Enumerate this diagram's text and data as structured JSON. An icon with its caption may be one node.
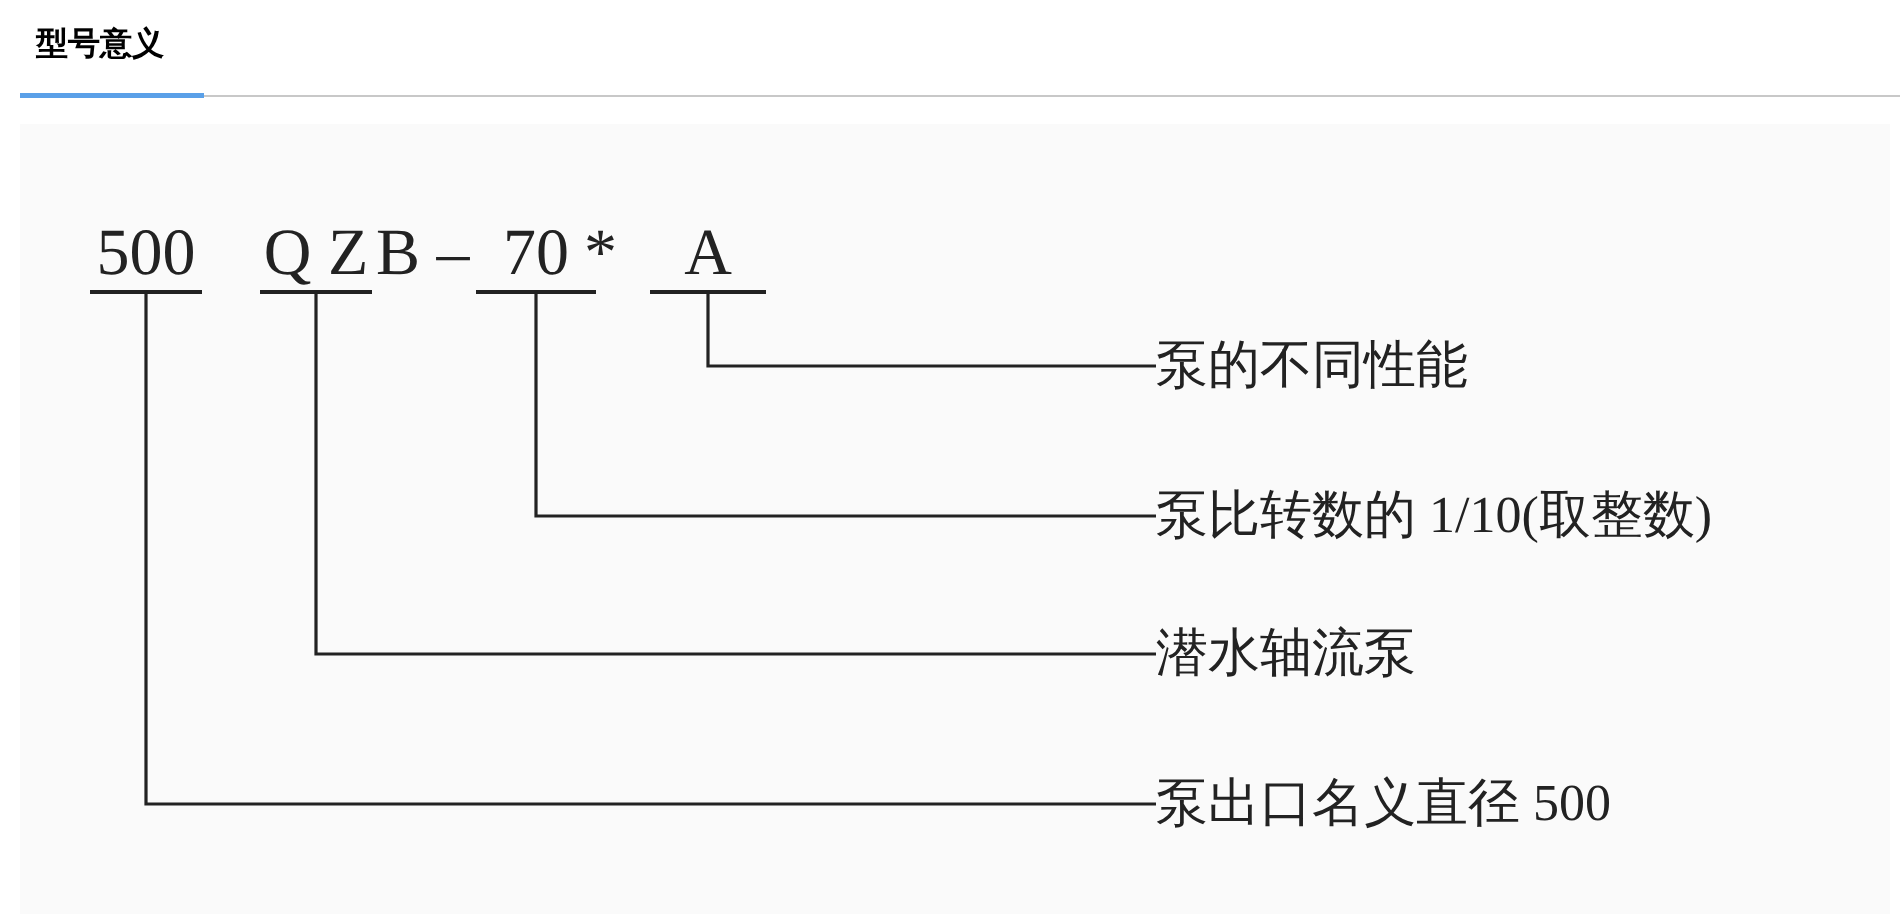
{
  "diagram": {
    "title": "型号意义",
    "nodes": [
      {
        "text": [
          "500"
        ]
      },
      {
        "text": [
          "Q Z"
        ]
      },
      {
        "text": [
          "70"
        ]
      },
      {
        "text": [
          "A"
        ]
      },
      {
        "text": [
          "泵的不同性能"
        ]
      },
      {
        "text": [
          "泵比转数的 1/10(取整数)"
        ]
      },
      {
        "text": [
          "潜水轴流泵"
        ]
      },
      {
        "text": [
          "泵出口名义直径 500"
        ]
      }
    ],
    "edges": [
      {
        "from": 3,
        "to": 4,
        "arrow": "none"
      },
      {
        "from": 2,
        "to": 5,
        "arrow": "none"
      },
      {
        "from": 1,
        "to": 6,
        "arrow": "none"
      },
      {
        "from": 0,
        "to": 7,
        "arrow": "none"
      }
    ],
    "labels": [
      "B –",
      "*"
    ]
  }
}
